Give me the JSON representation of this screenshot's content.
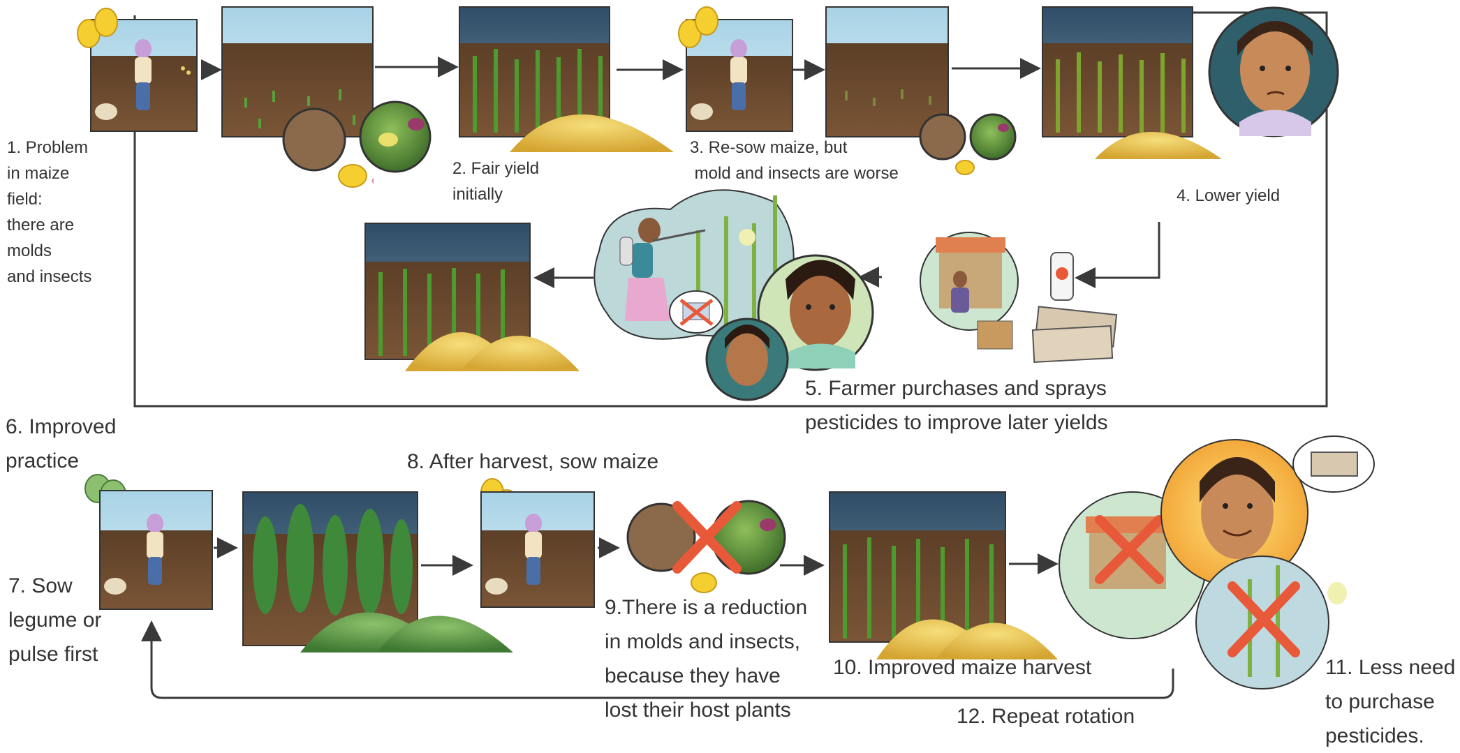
{
  "labels": {
    "step1": "1. Problem\nin maize\nfield:\nthere are\nmolds\nand insects",
    "step2": "2. Fair yield\ninitially",
    "step3": "3. Re-sow maize, but\n mold and insects are worse",
    "step4": "4. Lower yield",
    "step5": "5. Farmer purchases and sprays\npesticides to improve later yields",
    "step6": "6. Improved\npractice",
    "step7": "7. Sow\nlegume or\npulse first",
    "step8": "8. After harvest, sow maize",
    "step9": "9.There is a reduction\nin molds and insects,\nbecause they have\nlost their host plants",
    "step10": "10. Improved maize harvest",
    "step11": "11. Less need\nto purchase\npesticides.",
    "step12": "12. Repeat rotation"
  },
  "colors": {
    "sky": "#b9dcea",
    "storm_sky": "#3f5f78",
    "soil": "#6b4a2e",
    "maize": "#4f9a2e",
    "grain": "#e9c24a",
    "legume": "#5c9e4a",
    "line": "#3a3a3a",
    "cross": "#e8593a"
  }
}
